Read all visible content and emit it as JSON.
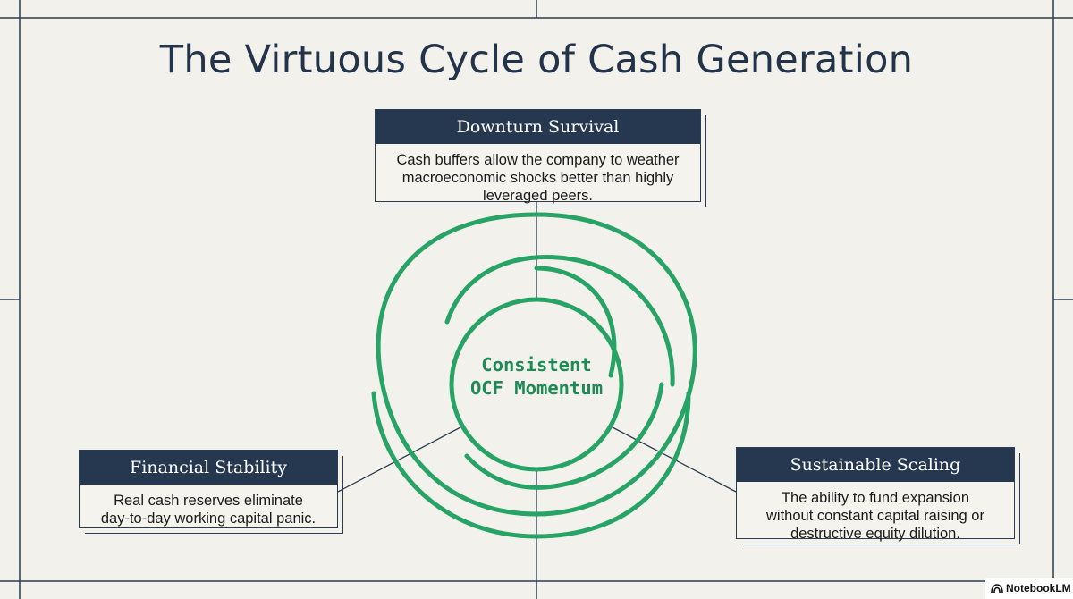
{
  "title": "The Virtuous Cycle of Cash Generation",
  "center": {
    "line1": "Consistent",
    "line2": "OCF Momentum"
  },
  "cards": {
    "top": {
      "heading": "Downturn Survival",
      "lines": [
        "Cash buffers allow the company to weather",
        "macroeconomic shocks better than highly",
        "leveraged peers."
      ]
    },
    "left": {
      "heading": "Financial Stability",
      "lines": [
        "Real cash reserves eliminate",
        "day-to-day working capital panic."
      ]
    },
    "right": {
      "heading": "Sustainable Scaling",
      "lines": [
        "The ability to fund expansion",
        "without constant capital raising or",
        "destructive equity dilution."
      ]
    }
  },
  "badge": {
    "label": "NotebookLM",
    "icon": "notebooklm-logo-icon"
  },
  "colors": {
    "background": "#f2f1eb",
    "navy": "#263850",
    "green": "#27a365",
    "grid_line": "#2b3b50"
  }
}
